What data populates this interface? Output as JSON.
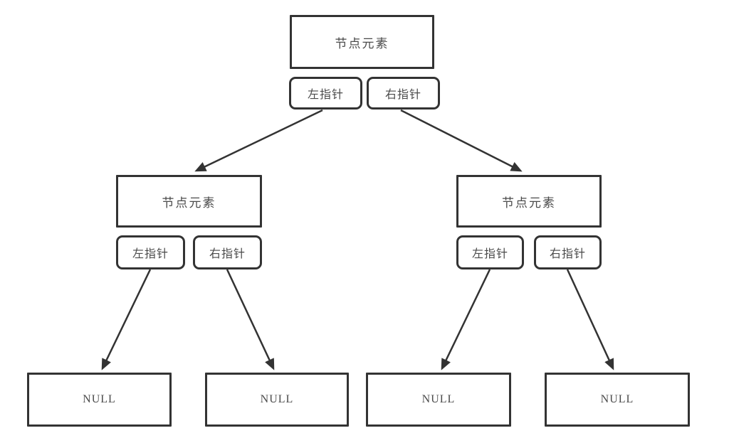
{
  "diagram": {
    "background_color": "#ffffff",
    "border_color": "#333333",
    "text_color": "#4a4a4a",
    "root": {
      "element_label": "节点元素",
      "left_pointer_label": "左指针",
      "right_pointer_label": "右指针"
    },
    "left_child": {
      "element_label": "节点元素",
      "left_pointer_label": "左指针",
      "right_pointer_label": "右指针"
    },
    "right_child": {
      "element_label": "节点元素",
      "left_pointer_label": "左指针",
      "right_pointer_label": "右指针"
    },
    "leaves": [
      {
        "label": "NULL"
      },
      {
        "label": "NULL"
      },
      {
        "label": "NULL"
      },
      {
        "label": "NULL"
      }
    ]
  }
}
